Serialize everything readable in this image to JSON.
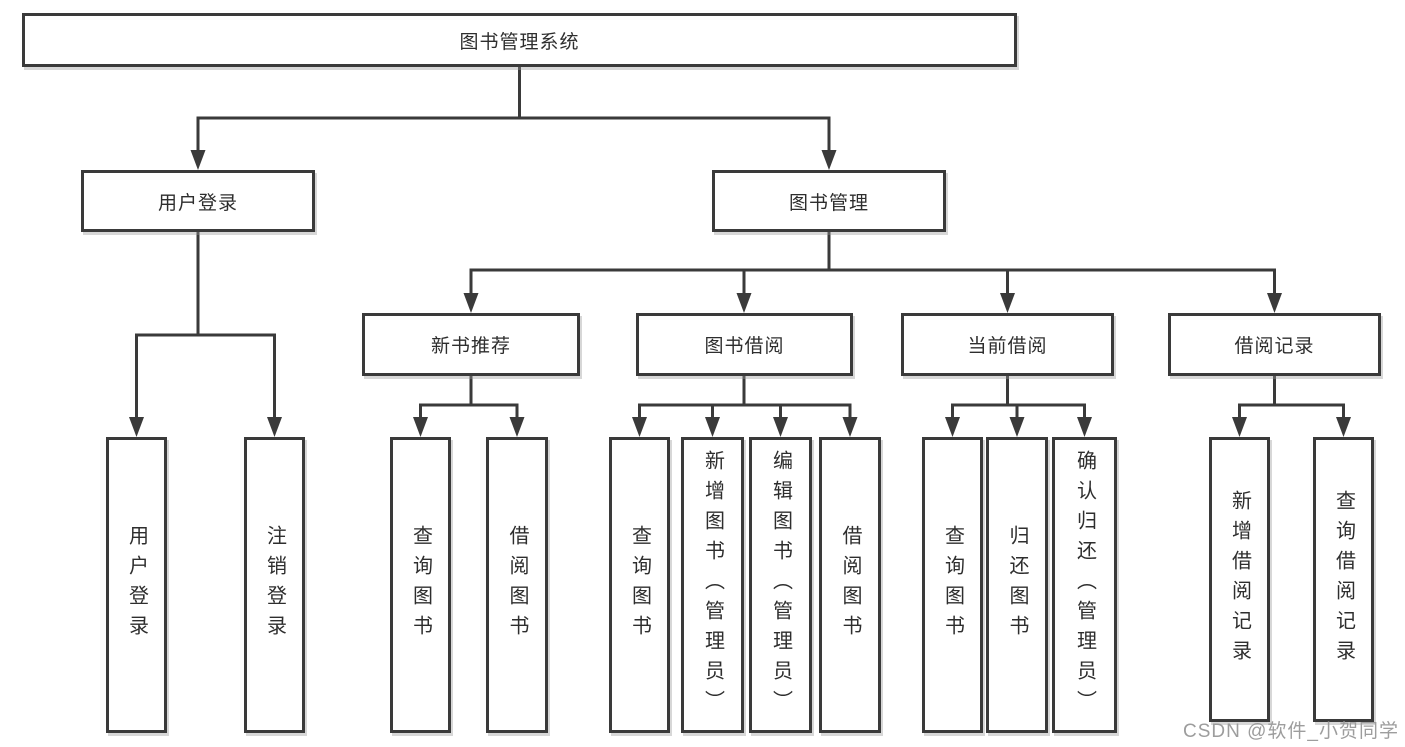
{
  "diagram": {
    "root": {
      "label": "图书管理系统"
    },
    "level2": [
      {
        "label": "用户登录"
      },
      {
        "label": "图书管理"
      }
    ],
    "level3": [
      {
        "label": "新书推荐",
        "parent": "图书管理"
      },
      {
        "label": "图书借阅",
        "parent": "图书管理"
      },
      {
        "label": "当前借阅",
        "parent": "图书管理"
      },
      {
        "label": "借阅记录",
        "parent": "图书管理"
      }
    ],
    "leaves": [
      {
        "label": "用户登录",
        "parent": "用户登录"
      },
      {
        "label": "注销登录",
        "parent": "用户登录"
      },
      {
        "label": "查询图书",
        "parent": "新书推荐"
      },
      {
        "label": "借阅图书",
        "parent": "新书推荐"
      },
      {
        "label": "查询图书",
        "parent": "图书借阅"
      },
      {
        "label": "新增图书（管理员）",
        "parent": "图书借阅"
      },
      {
        "label": "编辑图书（管理员）",
        "parent": "图书借阅"
      },
      {
        "label": "借阅图书",
        "parent": "图书借阅"
      },
      {
        "label": "查询图书",
        "parent": "当前借阅"
      },
      {
        "label": "归还图书",
        "parent": "当前借阅"
      },
      {
        "label": "确认归还（管理员）",
        "parent": "当前借阅"
      },
      {
        "label": "新增借阅记录",
        "parent": "借阅记录"
      },
      {
        "label": "查询借阅记录",
        "parent": "借阅记录"
      }
    ]
  },
  "watermark": {
    "text": "CSDN @软件_小贺同学"
  },
  "colors": {
    "line": "#3a3a3a",
    "box_border": "#3a3a3a",
    "text": "#2e2e2e",
    "watermark": "#9d9d9d",
    "background": "#ffffff"
  }
}
